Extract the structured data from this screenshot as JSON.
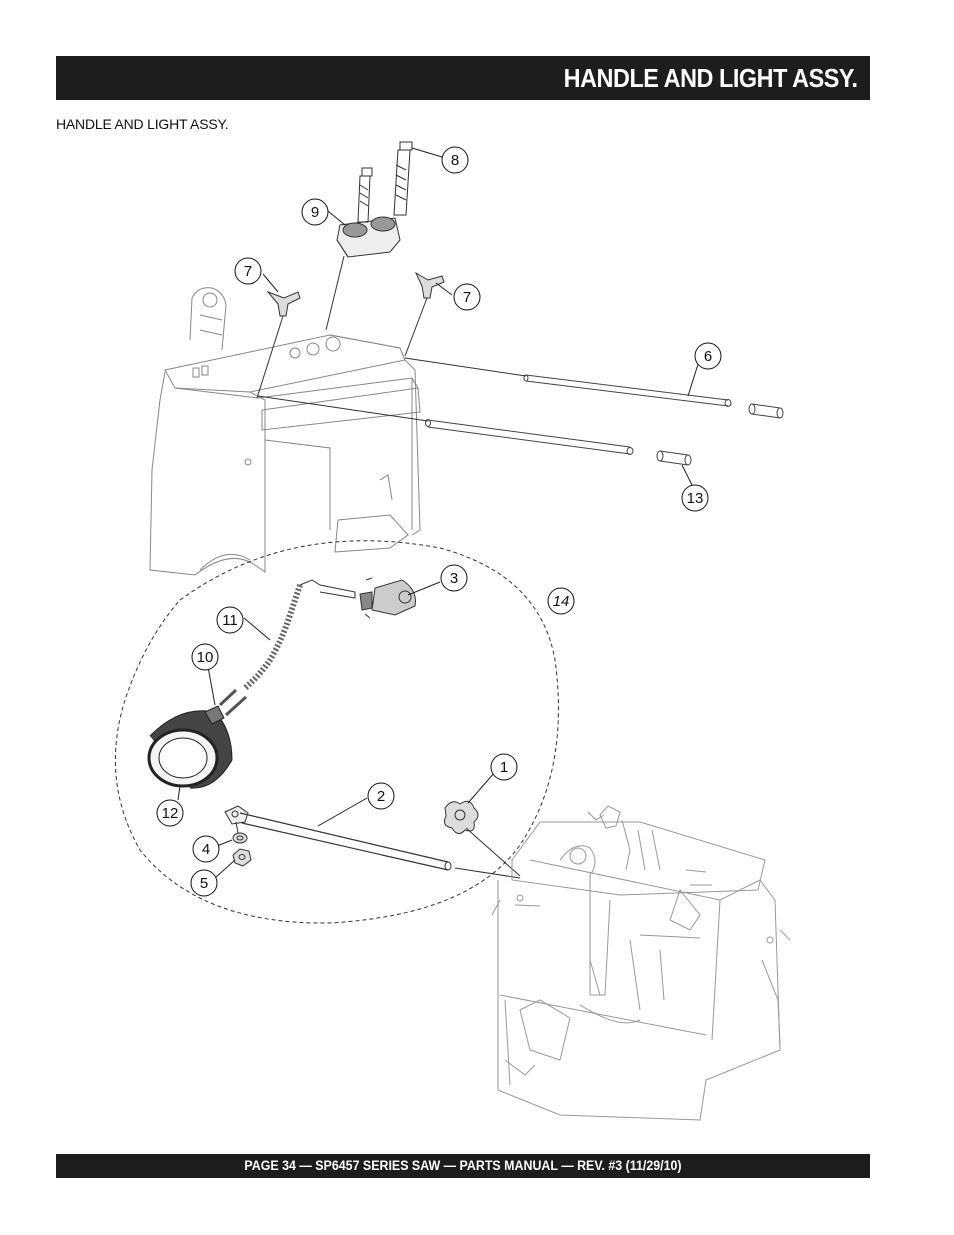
{
  "header": {
    "title": "HANDLE AND LIGHT ASSY."
  },
  "section": {
    "subtitle": "HANDLE AND LIGHT ASSY."
  },
  "callouts": {
    "c1": "1",
    "c2": "2",
    "c3": "3",
    "c4": "4",
    "c5": "5",
    "c6": "6",
    "c7a": "7",
    "c7b": "7",
    "c8": "8",
    "c9": "9",
    "c10": "10",
    "c11": "11",
    "c12": "12",
    "c13": "13",
    "c14": "14"
  },
  "footer": {
    "text": "PAGE 34 — SP6457 SERIES SAW  — PARTS MANUAL — REV. #3 (11/29/10)"
  }
}
